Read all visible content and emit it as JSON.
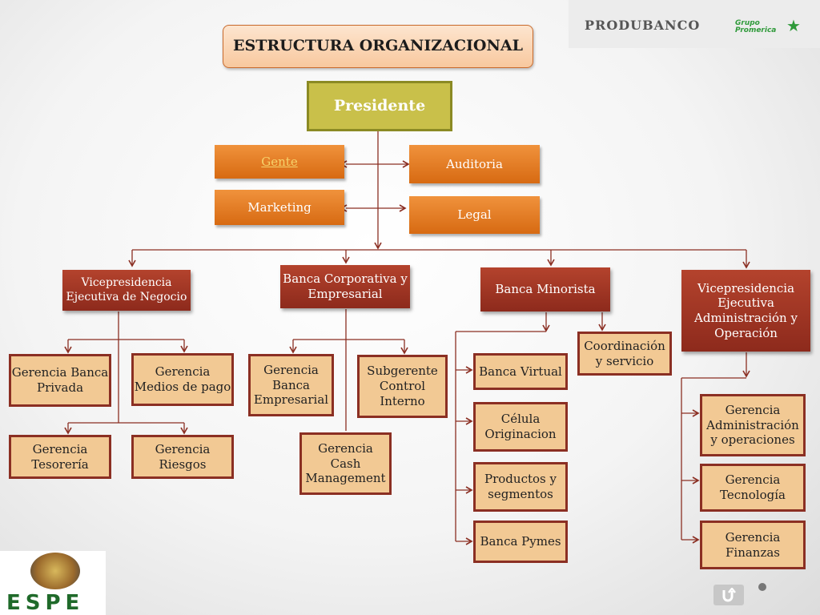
{
  "title": "ESTRUCTURA ORGANIZACIONAL",
  "brand": {
    "name": "PRODUBANCO",
    "group_line1": "Grupo",
    "group_line2": "Promerica"
  },
  "university_logo": "ESPE",
  "president": "Presidente",
  "staff": {
    "gente": "Gente",
    "auditoria": "Auditoria",
    "marketing": "Marketing",
    "legal": "Legal"
  },
  "divisions": {
    "negocio": "Vicepresidencia Ejecutiva de Negocio",
    "corporativa": "Banca Corporativa y Empresarial",
    "minorista": "Banca Minorista",
    "administracion": "Vicepresidencia Ejecutiva Administración y Operación"
  },
  "negocio_units": {
    "banca_privada": "Gerencia Banca Privada",
    "medios_pago": "Gerencia Medios de pago",
    "tesoreria": "Gerencia Tesorería",
    "riesgos": "Gerencia Riesgos"
  },
  "corporativa_units": {
    "banca_empresarial": "Gerencia Banca Empresarial",
    "control_interno": "Subgerente Control Interno",
    "cash_management": "Gerencia Cash Management"
  },
  "minorista_units": {
    "coordinacion": "Coordinación y servicio",
    "banca_virtual": "Banca Virtual",
    "celula": "Célula Originacion",
    "productos": "Productos y segmentos",
    "pymes": "Banca Pymes"
  },
  "admin_units": {
    "admin_ops": "Gerencia Administración y operaciones",
    "tecnologia": "Gerencia Tecnología",
    "finanzas": "Gerencia Finanzas"
  },
  "icons": {
    "back": "return-arrow-icon",
    "star": "star-icon"
  },
  "colors": {
    "president": "#c9c04a",
    "staff": "#e07a22",
    "division": "#a33a27",
    "unit": "#f2c994",
    "connector": "#8b2f23"
  }
}
